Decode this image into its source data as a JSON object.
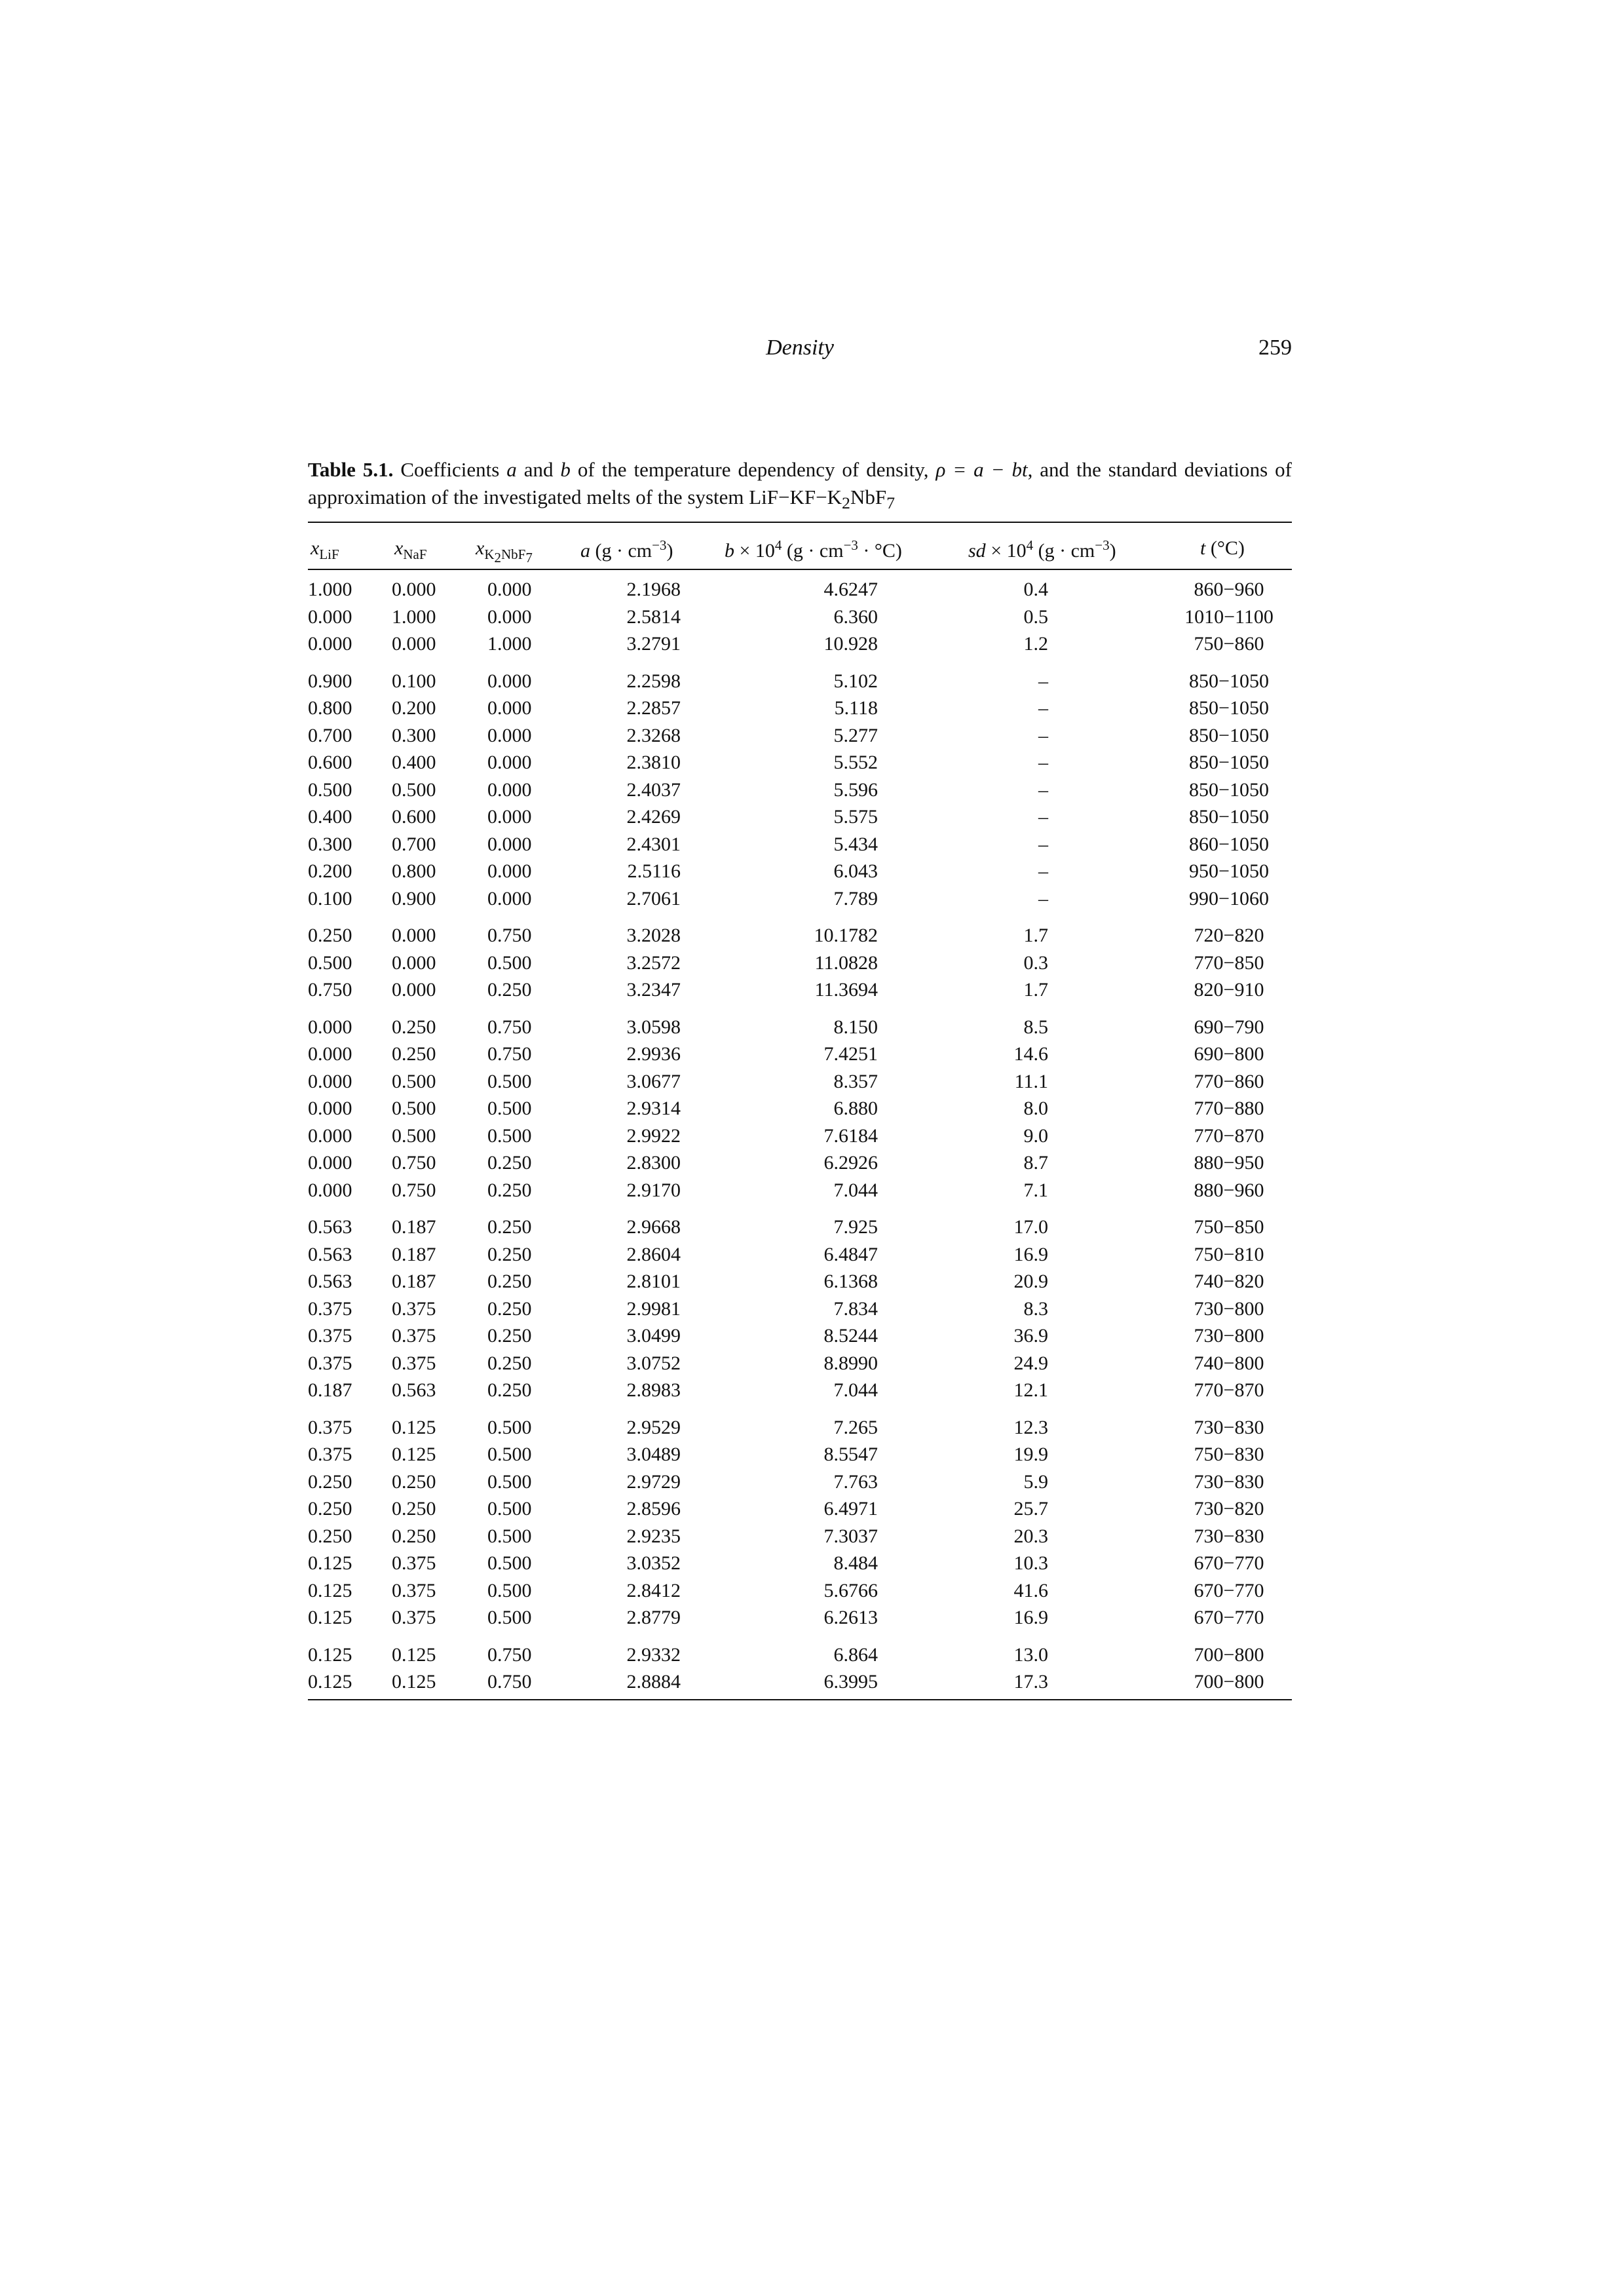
{
  "running_head": {
    "title": "Density",
    "page_number": "259"
  },
  "caption": {
    "label": "Table 5.1.",
    "text_1": " Coefficients ",
    "a": "a",
    "text_2": " and ",
    "b": "b",
    "text_3": " of the temperature dependency of density, ",
    "equation": "ρ = a − bt",
    "text_4": ", and the standard deviations of approximation of the investigated melts of the system LiF−KF−K",
    "sub_2": "2",
    "text_5": "NbF",
    "sub_7": "7"
  },
  "table": {
    "headers": {
      "x_lif": "x",
      "x_lif_sub": "LiF",
      "x_naf": "x",
      "x_naf_sub": "NaF",
      "x_k2": "x",
      "x_k2_sub": "K",
      "x_k2_sub_2": "2",
      "x_k2_sub_rest": "NbF",
      "x_k2_sub_7": "7",
      "a_sym": "a",
      "a_unit": " (g · cm",
      "a_exp": "−3",
      "a_close": ")",
      "b_sym": "b",
      "b_mult": " × 10",
      "b_exp4": "4",
      "b_unit": " (g · cm",
      "b_exp": "−3",
      "b_close": " · °C)",
      "sd_sym": "sd",
      "sd_mult": " × 10",
      "sd_exp4": "4",
      "sd_unit": " (g · cm",
      "sd_exp": "−3",
      "sd_close": ")",
      "t_sym": "t",
      "t_unit": " (°C)"
    },
    "groups": [
      [
        [
          "1.000",
          "0.000",
          "0.000",
          "2.1968",
          "4.6247",
          "0.4",
          "860−960"
        ],
        [
          "0.000",
          "1.000",
          "0.000",
          "2.5814",
          "6.360",
          "0.5",
          "1010−1100"
        ],
        [
          "0.000",
          "0.000",
          "1.000",
          "3.2791",
          "10.928",
          "1.2",
          "750−860"
        ]
      ],
      [
        [
          "0.900",
          "0.100",
          "0.000",
          "2.2598",
          "5.102",
          "–",
          "850−1050"
        ],
        [
          "0.800",
          "0.200",
          "0.000",
          "2.2857",
          "5.118",
          "–",
          "850−1050"
        ],
        [
          "0.700",
          "0.300",
          "0.000",
          "2.3268",
          "5.277",
          "–",
          "850−1050"
        ],
        [
          "0.600",
          "0.400",
          "0.000",
          "2.3810",
          "5.552",
          "–",
          "850−1050"
        ],
        [
          "0.500",
          "0.500",
          "0.000",
          "2.4037",
          "5.596",
          "–",
          "850−1050"
        ],
        [
          "0.400",
          "0.600",
          "0.000",
          "2.4269",
          "5.575",
          "–",
          "850−1050"
        ],
        [
          "0.300",
          "0.700",
          "0.000",
          "2.4301",
          "5.434",
          "–",
          "860−1050"
        ],
        [
          "0.200",
          "0.800",
          "0.000",
          "2.5116",
          "6.043",
          "–",
          "950−1050"
        ],
        [
          "0.100",
          "0.900",
          "0.000",
          "2.7061",
          "7.789",
          "–",
          "990−1060"
        ]
      ],
      [
        [
          "0.250",
          "0.000",
          "0.750",
          "3.2028",
          "10.1782",
          "1.7",
          "720−820"
        ],
        [
          "0.500",
          "0.000",
          "0.500",
          "3.2572",
          "11.0828",
          "0.3",
          "770−850"
        ],
        [
          "0.750",
          "0.000",
          "0.250",
          "3.2347",
          "11.3694",
          "1.7",
          "820−910"
        ]
      ],
      [
        [
          "0.000",
          "0.250",
          "0.750",
          "3.0598",
          "8.150",
          "8.5",
          "690−790"
        ],
        [
          "0.000",
          "0.250",
          "0.750",
          "2.9936",
          "7.4251",
          "14.6",
          "690−800"
        ],
        [
          "0.000",
          "0.500",
          "0.500",
          "3.0677",
          "8.357",
          "11.1",
          "770−860"
        ],
        [
          "0.000",
          "0.500",
          "0.500",
          "2.9314",
          "6.880",
          "8.0",
          "770−880"
        ],
        [
          "0.000",
          "0.500",
          "0.500",
          "2.9922",
          "7.6184",
          "9.0",
          "770−870"
        ],
        [
          "0.000",
          "0.750",
          "0.250",
          "2.8300",
          "6.2926",
          "8.7",
          "880−950"
        ],
        [
          "0.000",
          "0.750",
          "0.250",
          "2.9170",
          "7.044",
          "7.1",
          "880−960"
        ]
      ],
      [
        [
          "0.563",
          "0.187",
          "0.250",
          "2.9668",
          "7.925",
          "17.0",
          "750−850"
        ],
        [
          "0.563",
          "0.187",
          "0.250",
          "2.8604",
          "6.4847",
          "16.9",
          "750−810"
        ],
        [
          "0.563",
          "0.187",
          "0.250",
          "2.8101",
          "6.1368",
          "20.9",
          "740−820"
        ],
        [
          "0.375",
          "0.375",
          "0.250",
          "2.9981",
          "7.834",
          "8.3",
          "730−800"
        ],
        [
          "0.375",
          "0.375",
          "0.250",
          "3.0499",
          "8.5244",
          "36.9",
          "730−800"
        ],
        [
          "0.375",
          "0.375",
          "0.250",
          "3.0752",
          "8.8990",
          "24.9",
          "740−800"
        ],
        [
          "0.187",
          "0.563",
          "0.250",
          "2.8983",
          "7.044",
          "12.1",
          "770−870"
        ]
      ],
      [
        [
          "0.375",
          "0.125",
          "0.500",
          "2.9529",
          "7.265",
          "12.3",
          "730−830"
        ],
        [
          "0.375",
          "0.125",
          "0.500",
          "3.0489",
          "8.5547",
          "19.9",
          "750−830"
        ],
        [
          "0.250",
          "0.250",
          "0.500",
          "2.9729",
          "7.763",
          "5.9",
          "730−830"
        ],
        [
          "0.250",
          "0.250",
          "0.500",
          "2.8596",
          "6.4971",
          "25.7",
          "730−820"
        ],
        [
          "0.250",
          "0.250",
          "0.500",
          "2.9235",
          "7.3037",
          "20.3",
          "730−830"
        ],
        [
          "0.125",
          "0.375",
          "0.500",
          "3.0352",
          "8.484",
          "10.3",
          "670−770"
        ],
        [
          "0.125",
          "0.375",
          "0.500",
          "2.8412",
          "5.6766",
          "41.6",
          "670−770"
        ],
        [
          "0.125",
          "0.375",
          "0.500",
          "2.8779",
          "6.2613",
          "16.9",
          "670−770"
        ]
      ],
      [
        [
          "0.125",
          "0.125",
          "0.750",
          "2.9332",
          "6.864",
          "13.0",
          "700−800"
        ],
        [
          "0.125",
          "0.125",
          "0.750",
          "2.8884",
          "6.3995",
          "17.3",
          "700−800"
        ]
      ]
    ]
  }
}
